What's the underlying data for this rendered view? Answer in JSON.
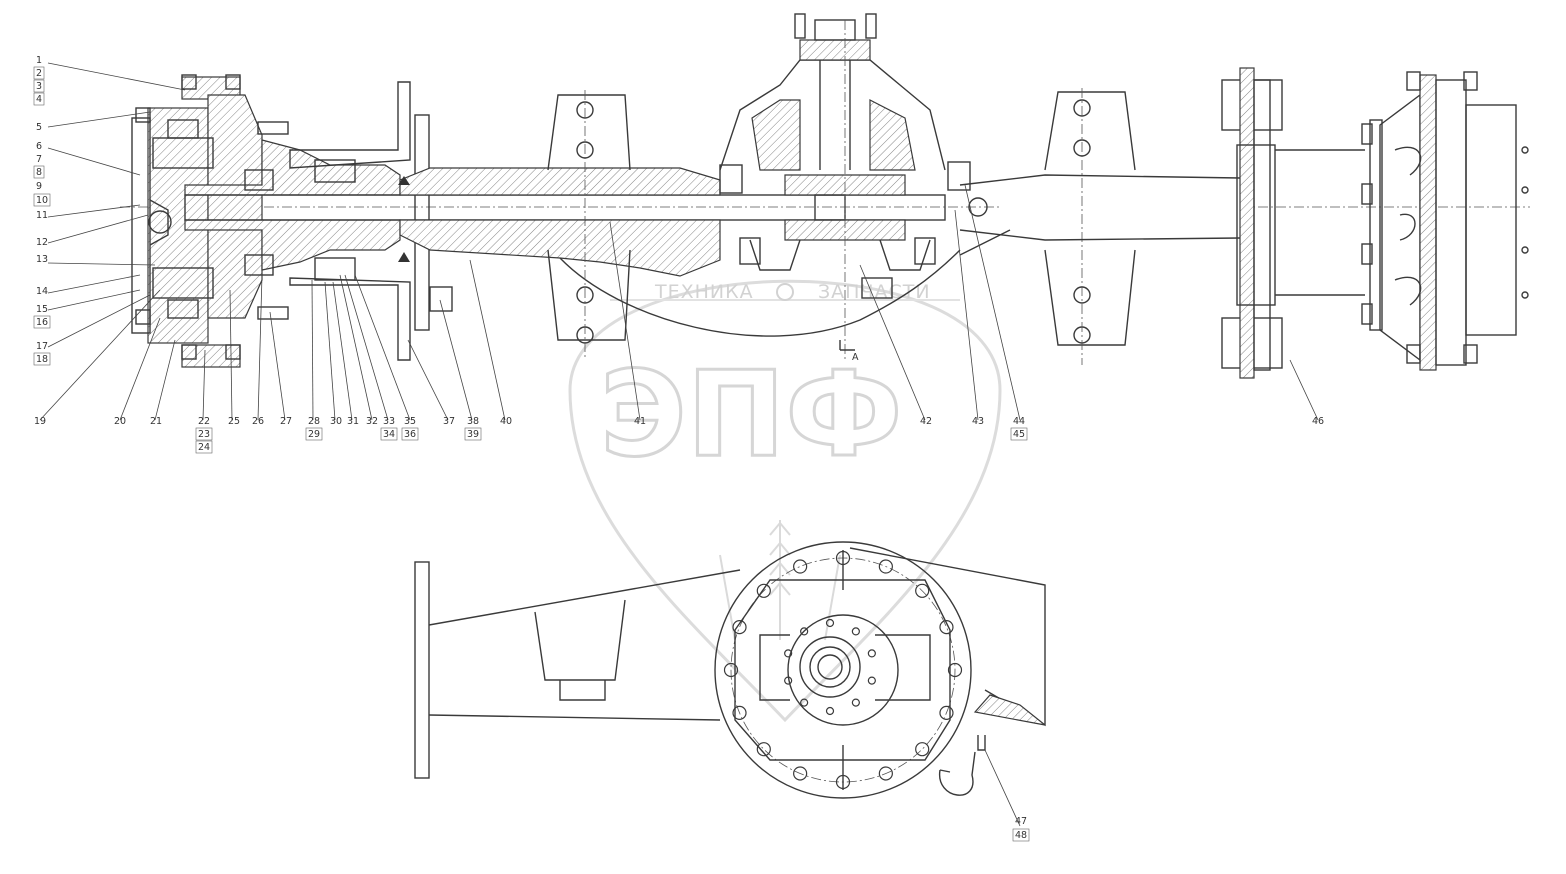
{
  "watermark": {
    "left_word": "ТЕХНИКА",
    "right_word": "ЗАПЧАСТИ",
    "monogram": "ЭПФ"
  },
  "callouts": {
    "left": [
      {
        "id": "c1",
        "label": "1"
      },
      {
        "id": "c2",
        "label": "2"
      },
      {
        "id": "c3",
        "label": "3"
      },
      {
        "id": "c4",
        "label": "4"
      },
      {
        "id": "c5",
        "label": "5"
      },
      {
        "id": "c6",
        "label": "6"
      },
      {
        "id": "c7",
        "label": "7"
      },
      {
        "id": "c8",
        "label": "8"
      },
      {
        "id": "c9",
        "label": "9"
      },
      {
        "id": "c10",
        "label": "10"
      },
      {
        "id": "c11",
        "label": "11"
      },
      {
        "id": "c12",
        "label": "12"
      },
      {
        "id": "c13",
        "label": "13"
      },
      {
        "id": "c14",
        "label": "14"
      },
      {
        "id": "c15",
        "label": "15"
      },
      {
        "id": "c16",
        "label": "16"
      },
      {
        "id": "c17",
        "label": "17"
      },
      {
        "id": "c18",
        "label": "18"
      }
    ],
    "bottom": [
      {
        "id": "c19",
        "label": "19"
      },
      {
        "id": "c20",
        "label": "20"
      },
      {
        "id": "c21",
        "label": "21"
      },
      {
        "id": "c22",
        "label": "22"
      },
      {
        "id": "c23",
        "label": "23"
      },
      {
        "id": "c24",
        "label": "24"
      },
      {
        "id": "c25",
        "label": "25"
      },
      {
        "id": "c26",
        "label": "26"
      },
      {
        "id": "c27",
        "label": "27"
      },
      {
        "id": "c28",
        "label": "28"
      },
      {
        "id": "c29",
        "label": "29"
      },
      {
        "id": "c30",
        "label": "30"
      },
      {
        "id": "c31",
        "label": "31"
      },
      {
        "id": "c32",
        "label": "32"
      },
      {
        "id": "c33",
        "label": "33"
      },
      {
        "id": "c34",
        "label": "34"
      },
      {
        "id": "c35",
        "label": "35"
      },
      {
        "id": "c36",
        "label": "36"
      },
      {
        "id": "c37",
        "label": "37"
      },
      {
        "id": "c38",
        "label": "38"
      },
      {
        "id": "c39",
        "label": "39"
      },
      {
        "id": "c40",
        "label": "40"
      },
      {
        "id": "c41",
        "label": "41"
      },
      {
        "id": "c42",
        "label": "42"
      },
      {
        "id": "c43",
        "label": "43"
      },
      {
        "id": "c44",
        "label": "44"
      },
      {
        "id": "c45",
        "label": "45"
      },
      {
        "id": "c46",
        "label": "46"
      },
      {
        "id": "c47",
        "label": "47"
      },
      {
        "id": "c48",
        "label": "48"
      }
    ]
  },
  "section_mark": "A"
}
